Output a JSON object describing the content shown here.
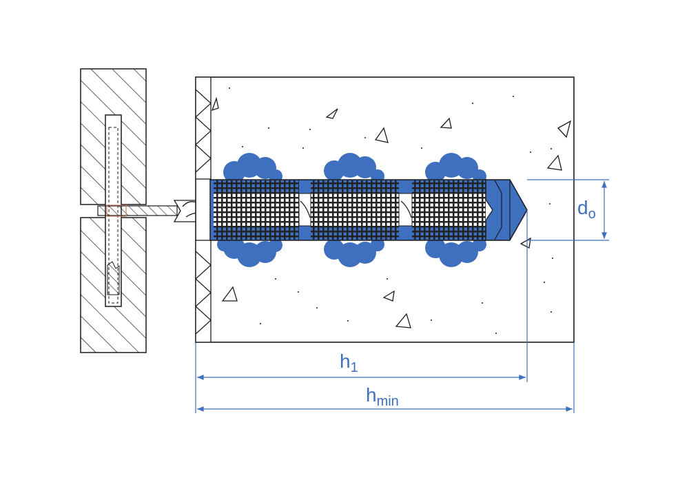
{
  "colors": {
    "accent": "#3f6fbf",
    "line": "#1a1a1a",
    "mesh": "#222222"
  },
  "labels": {
    "do_main": "d",
    "do_sub": "o",
    "h1_main": "h",
    "h1_sub": "1",
    "hmin_main": "h",
    "hmin_sub": "min"
  }
}
